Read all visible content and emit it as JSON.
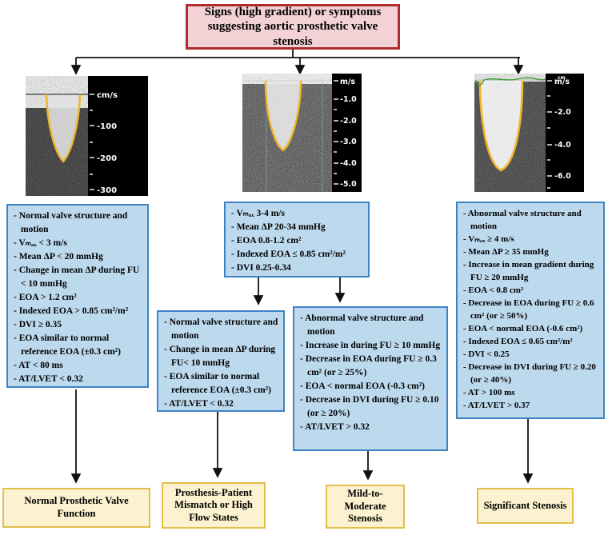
{
  "colors": {
    "title_bg": "#f2d2d4",
    "title_border": "#b02a30",
    "box_bg": "#bdd9ee",
    "box_border": "#3f83c4",
    "outcome_bg": "#fcf2cf",
    "outcome_border": "#e3bd4b",
    "envelope": "#f0b428",
    "trace_green": "#3a9b3a"
  },
  "title": "Signs (high gradient) or symptoms suggesting aortic prosthetic valve stenosis",
  "echoes": {
    "left": {
      "label": "normal-flow-doppler",
      "unit": "cm/s",
      "ticks": [
        "-100",
        "-200",
        "-300"
      ]
    },
    "middle": {
      "label": "moderate-flow-doppler",
      "unit": "m/s",
      "ticks": [
        "-1.0",
        "-2.0",
        "-3.0",
        "-4.0",
        "-5.0"
      ]
    },
    "right": {
      "label": "high-flow-doppler",
      "unit": "m/s",
      "corner": "cm",
      "ticks": [
        "-2.0",
        "-4.0",
        "-6.0"
      ]
    }
  },
  "boxes": {
    "left": {
      "lines": [
        "- Normal valve structure and motion",
        "- Vₘₐₓ < 3 m/s",
        "- Mean ΔP < 20 mmHg",
        "- Change in mean ΔP during FU < 10 mmHg",
        "- EOA > 1.2 cm²",
        "- Indexed EOA > 0.85 cm²/m²",
        "- DVI ≥ 0.35",
        "- EOA similar to normal reference EOA (±0.3 cm²)",
        "- AT < 80 ms",
        "- AT/LVET < 0.32"
      ]
    },
    "mid_top": {
      "lines": [
        "- Vₘₐₓ 3-4 m/s",
        "- Mean ΔP 20-34 mmHg",
        "- EOA 0.8-1.2 cm²",
        "- Indexed EOA ≤ 0.85 cm²/m²",
        "- DVI 0.25-0.34"
      ]
    },
    "mid_left": {
      "lines": [
        "- Normal valve structure and motion",
        "- Change in mean ΔP during FU< 10 mmHg",
        "- EOA similar to normal reference EOA (±0.3 cm²)",
        "- AT/LVET < 0.32"
      ]
    },
    "mid_right": {
      "lines": [
        "- Abnormal valve structure and motion",
        "- Increase in during FU ≥ 10 mmHg",
        "- Decrease in EOA during FU ≥ 0.3 cm² (or ≥ 25%)",
        "- EOA < normal EOA (-0.3 cm²)",
        "- Decrease in DVI during FU ≥ 0.10 (or ≥ 20%)",
        "- AT/LVET > 0.32"
      ]
    },
    "right": {
      "lines": [
        "- Abnormal valve structure and motion",
        "- Vₘₐₓ ≥ 4 m/s",
        "- Mean ΔP ≥ 35 mmHg",
        "- Increase in mean gradient during FU ≥ 20 mmHg",
        "- EOA < 0.8 cm²",
        "- Decrease in EOA during FU ≥ 0.6 cm² (or ≥ 50%)",
        "- EOA < normal EOA (-0.6 cm²)",
        "- Indexed EOA ≤ 0.65 cm²/m²",
        "- DVI < 0.25",
        "- Decrease in DVI during FU ≥ 0.20 (or ≥ 40%)",
        "- AT > 100 ms",
        "- AT/LVET > 0.37"
      ]
    }
  },
  "outcomes": [
    "Normal Prosthetic Valve Function",
    "Prosthesis-Patient Mismatch or High Flow States",
    "Mild-to-Moderate Stenosis",
    "Significant Stenosis"
  ]
}
